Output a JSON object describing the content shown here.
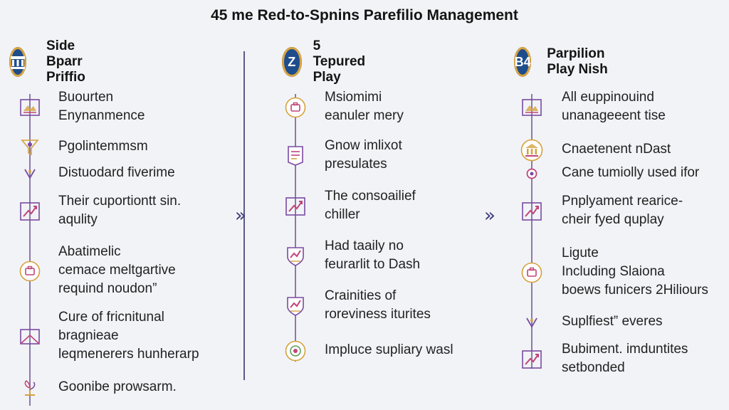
{
  "title": "45 me Red-to-Spnins Parefilio Management",
  "columns": [
    {
      "badge": "",
      "header": "Side Bparr Priffio",
      "items": [
        {
          "lines": [
            "Buourten",
            "Enynanmence"
          ],
          "icon": "framed-landscape-icon"
        },
        {
          "lines": [
            "Pgolintemmsm"
          ],
          "icon": "funnel-icon"
        },
        {
          "lines": [
            "Distuodard fiverime"
          ],
          "icon": "down-arrow-icon"
        },
        {
          "lines": [
            "Their cuportiontt sin.",
            "aqulity"
          ],
          "icon": "chart-arrow-icon"
        },
        {
          "lines": [
            "Abatimelic",
            "cemace meltgartive",
            "requind noudon”"
          ],
          "icon": "briefcase-icon"
        },
        {
          "lines": [
            "Cure of fricnitunal",
            "bragnieae",
            "leqmenerers hunherarp"
          ],
          "icon": "envelope-icon"
        },
        {
          "lines": [
            "Goonibe prowsarm."
          ],
          "icon": "plant-icon"
        }
      ]
    },
    {
      "badge": "Z",
      "header": "5 Tepured Play",
      "items": [
        {
          "lines": [
            "Msiomimi",
            "eanuler mery"
          ],
          "icon": "briefcase-icon"
        },
        {
          "lines": [
            "Gnow imlixot",
            "presulates"
          ],
          "icon": "document-icon"
        },
        {
          "lines": [
            "The consoailief",
            "chiller"
          ],
          "icon": "chart-arrow-icon"
        },
        {
          "lines": [
            "Had taaily no",
            "feurarlit to Dash"
          ],
          "icon": "shield-chart-icon"
        },
        {
          "lines": [
            "Crainities of",
            "roreviness iturites"
          ],
          "icon": "shield-chart-icon"
        },
        {
          "lines": [
            "Impluce supliary wasl"
          ],
          "icon": "target-icon"
        }
      ]
    },
    {
      "badge": "B4",
      "header": "Parpilion Play Nish",
      "items": [
        {
          "lines": [
            "All euppinouind",
            "unanageeent tise"
          ],
          "icon": "framed-landscape-icon"
        },
        {
          "lines": [
            "Cnaetenent nDast"
          ],
          "icon": "bank-icon"
        },
        {
          "lines": [
            "Cane tumiolly used ifor"
          ],
          "icon": "node-icon"
        },
        {
          "lines": [
            "Pnplyament rearice-",
            "cheir fyed quplay"
          ],
          "icon": "chart-arrow-icon"
        },
        {
          "lines": [
            "Ligute",
            "Including Slaiona",
            "boews funicers 2Hiliours"
          ],
          "icon": "briefcase-icon"
        },
        {
          "lines": [
            "Suplfiest” everes"
          ],
          "icon": "down-arrow-icon"
        },
        {
          "lines": [
            "Bubiment. imduntites",
            "setbonded"
          ],
          "icon": "chart-arrow-icon"
        }
      ]
    }
  ],
  "colors": {
    "badge": "#1e4d8c",
    "badge_ring": "#d9a441",
    "timeline": "#8c7aa8",
    "icon_purple": "#7a4aa0",
    "icon_pink": "#c0457a",
    "icon_gold": "#d6a23c",
    "separator": "#5a5a86"
  }
}
